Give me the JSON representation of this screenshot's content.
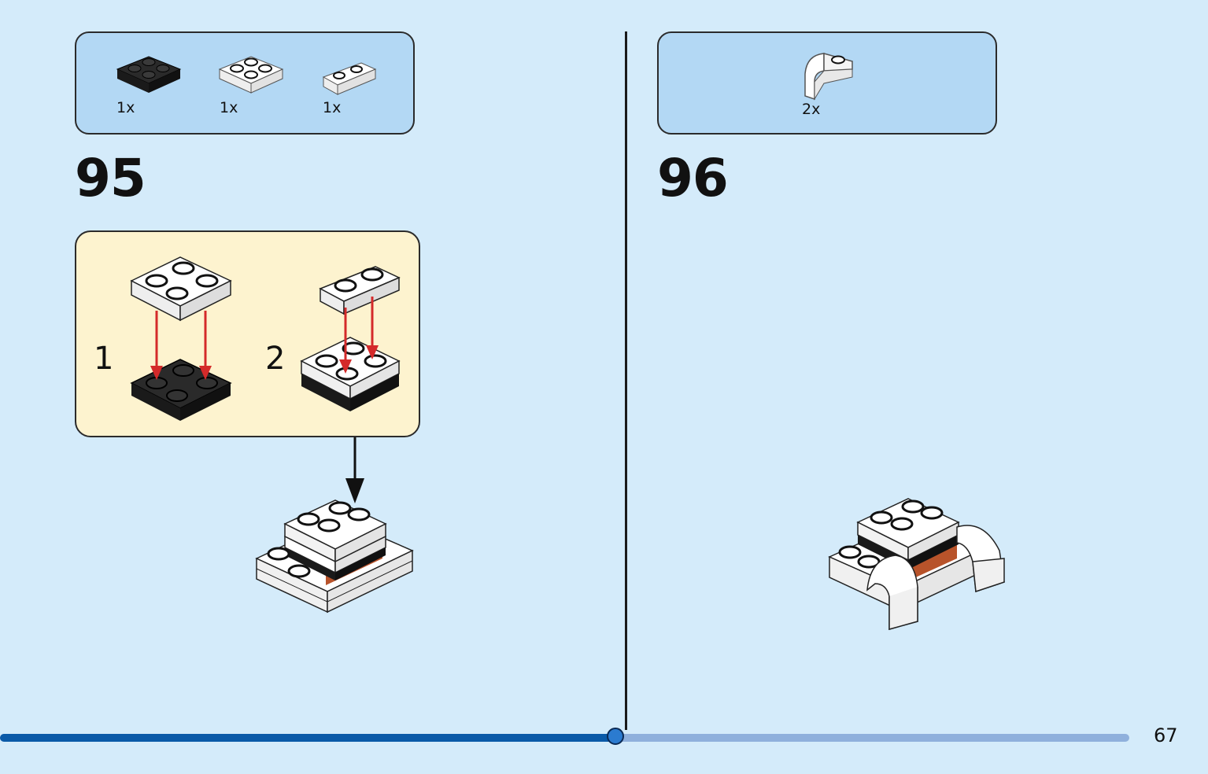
{
  "left_step": {
    "number": "95",
    "parts": [
      {
        "qty": "1x",
        "icon": "black-plate-2x2-icon"
      },
      {
        "qty": "1x",
        "icon": "white-plate-2x2-icon"
      },
      {
        "qty": "1x",
        "icon": "white-plate-1x2-icon"
      }
    ],
    "substeps": [
      {
        "number": "1"
      },
      {
        "number": "2"
      }
    ]
  },
  "right_step": {
    "number": "96",
    "parts": [
      {
        "qty": "2x",
        "icon": "white-curved-slope-icon"
      }
    ]
  },
  "progress": {
    "fraction": 0.545
  },
  "page_number": "67",
  "colors": {
    "page_bg": "#d4ebfa",
    "parts_box": "#b3d8f4",
    "substep_box": "#fdf3cf",
    "arrow_red": "#d42a2a",
    "progress_fill": "#0a5aa8",
    "progress_track": "#8fb0dc"
  }
}
